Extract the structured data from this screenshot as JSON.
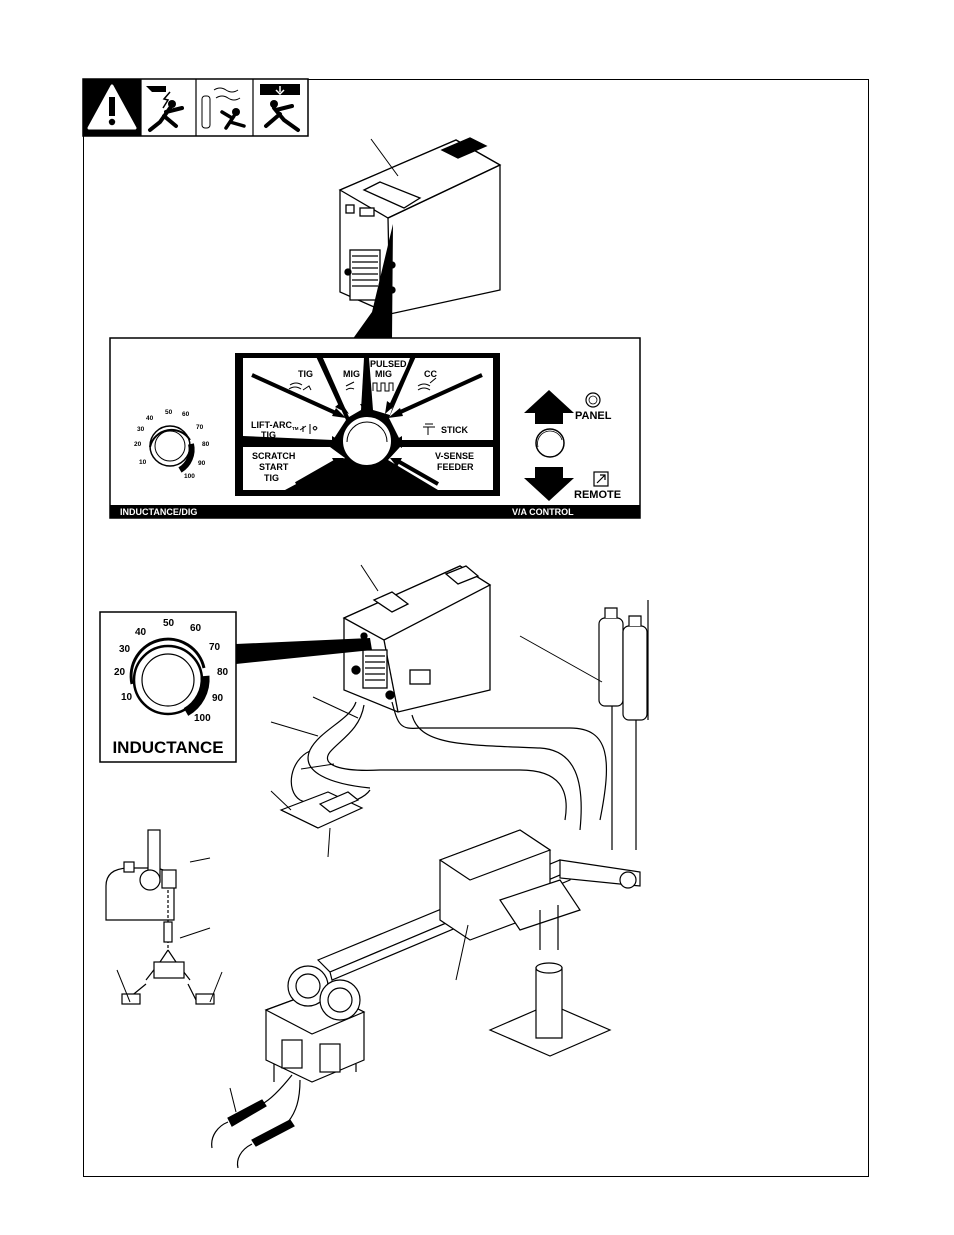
{
  "control_panel": {
    "left_bar_label": "INDUCTANCE/DIG",
    "right_bar_label": "V/A CONTROL",
    "dial_numbers": [
      "10",
      "20",
      "30",
      "40",
      "50",
      "60",
      "70",
      "80",
      "90",
      "100"
    ],
    "modes": {
      "tig": "TIG",
      "mig": "MIG",
      "pulsed_mig_1": "PULSED",
      "pulsed_mig_2": "MIG",
      "cc": "CC",
      "lift_arc_1": "LIFT-ARC",
      "lift_arc_tm": "TM",
      "lift_arc_2": "TIG",
      "stick": "STICK",
      "scratch_1": "SCRATCH",
      "scratch_2": "START",
      "scratch_3": "TIG",
      "vsense_1": "V-SENSE",
      "vsense_2": "FEEDER"
    },
    "panel_label": "PANEL",
    "remote_label": "REMOTE"
  },
  "inductance_dial": {
    "title": "INDUCTANCE",
    "numbers": [
      "10",
      "20",
      "30",
      "40",
      "50",
      "60",
      "70",
      "80",
      "90",
      "100"
    ]
  }
}
